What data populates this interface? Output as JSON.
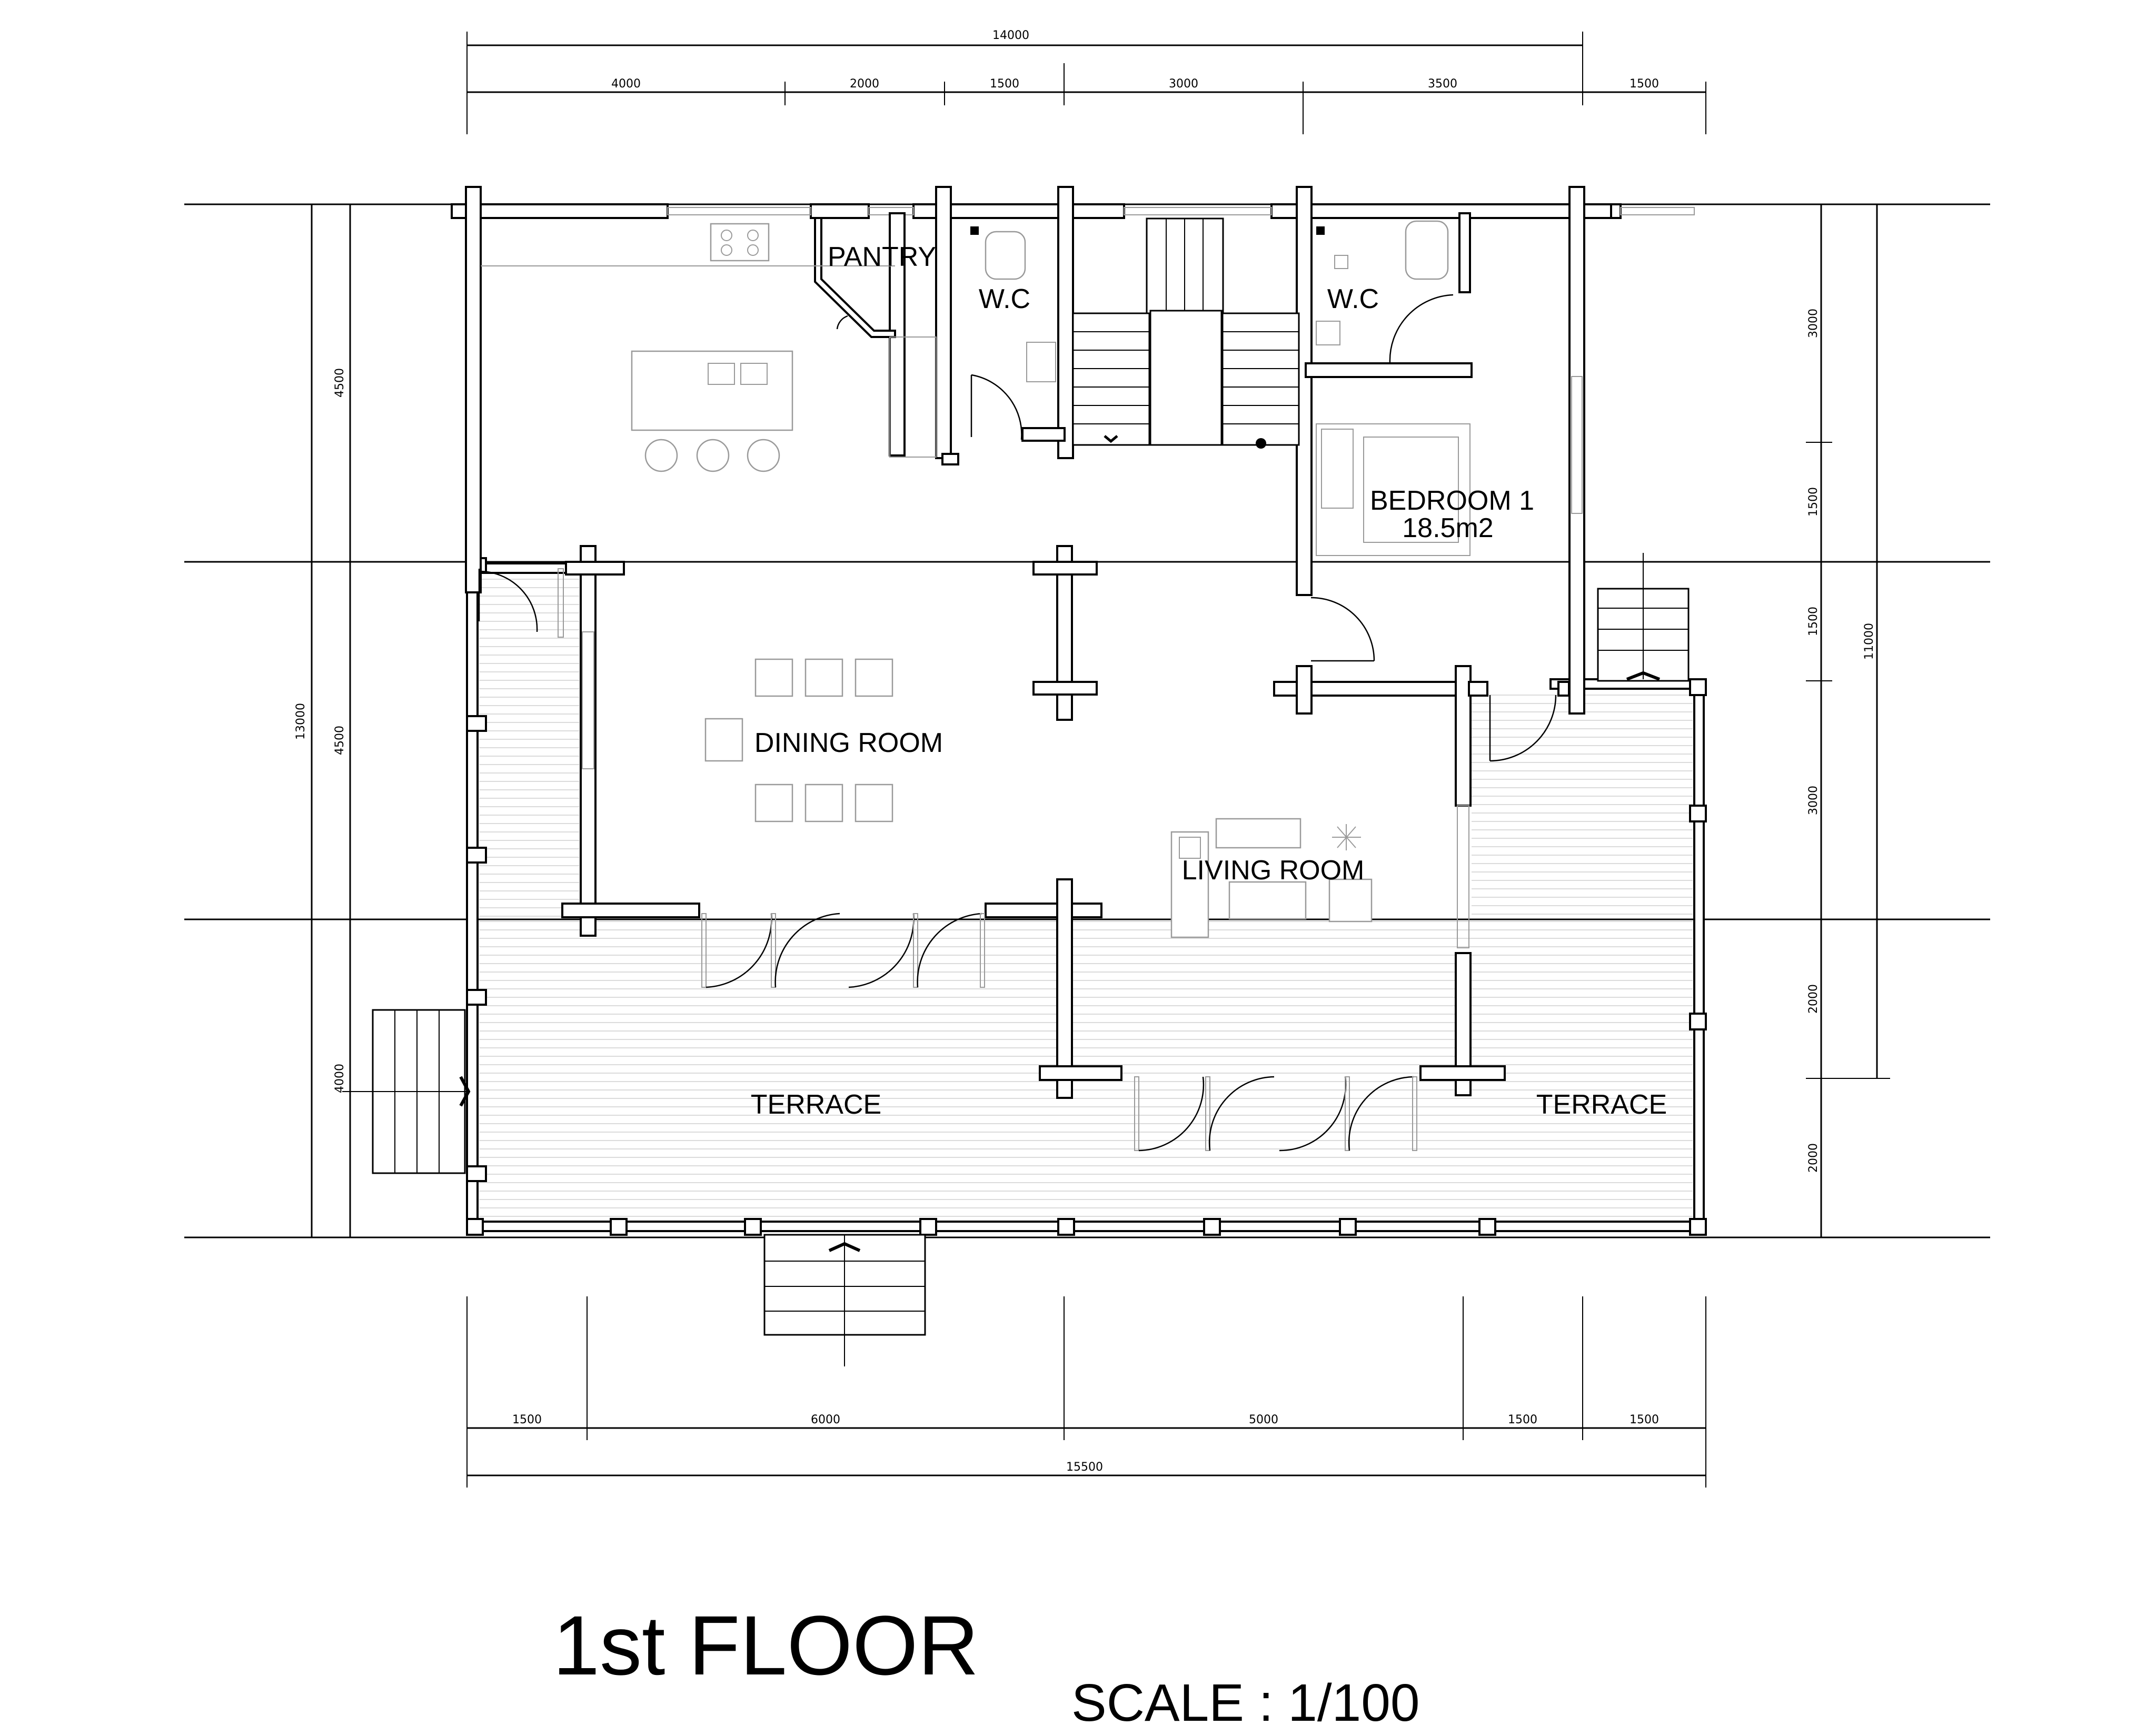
{
  "title": "1st FLOOR",
  "scale": "SCALE : 1/100",
  "rooms": {
    "pantry": "PANTRY",
    "wc_left": "W.C",
    "wc_right": "W.C",
    "bedroom_name": "BEDROOM 1",
    "bedroom_area": "18.5m2",
    "dining": "DINING ROOM",
    "living": "LIVING ROOM",
    "terrace_left": "TERRACE",
    "terrace_right": "TERRACE"
  },
  "dimensions": {
    "top_total": "14000",
    "top_segments": [
      "4000",
      "2000",
      "1500",
      "3000",
      "3500",
      "1500"
    ],
    "bottom_total": "15500",
    "bottom_segments": [
      "1500",
      "6000",
      "5000",
      "1500",
      "1500"
    ],
    "left_total": "13000",
    "left_segments": [
      "4500",
      "4500",
      "4000"
    ],
    "right_total": "11000",
    "right_segments": [
      "3000",
      "1500",
      "1500",
      "3000",
      "2000",
      "2000"
    ]
  }
}
